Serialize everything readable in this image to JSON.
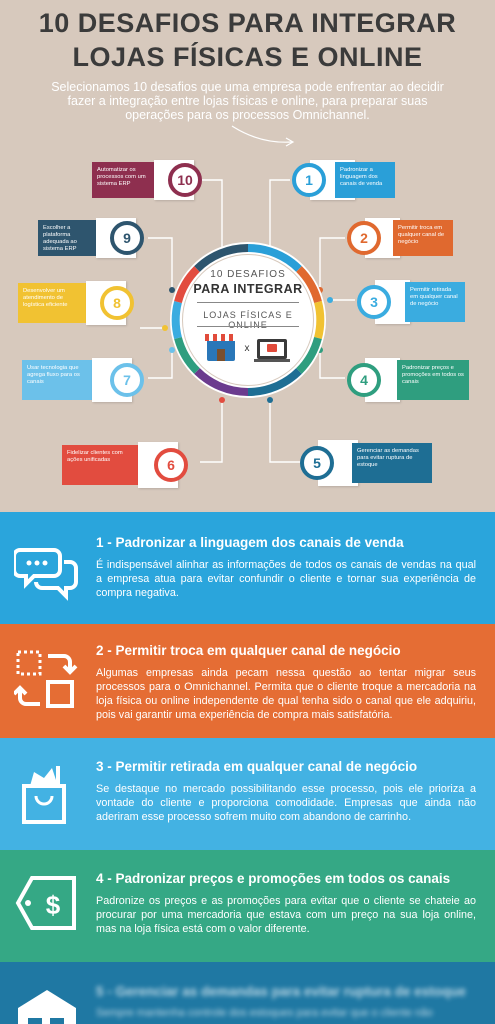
{
  "header": {
    "title_line1": "10 DESAFIOS PARA INTEGRAR",
    "title_line2": "LOJAS FÍSICAS E ONLINE",
    "subtitle": "Selecionamos 10 desafios que uma empresa pode enfrentar ao decidir fazer a integração entre lojas físicas e online, para preparar suas operações para os processos Omnichannel."
  },
  "hub": {
    "line1": "10 DESAFIOS",
    "line2": "PARA INTEGRAR",
    "line3": "LOJAS FÍSICAS E ONLINE",
    "x": "x"
  },
  "nodes": [
    {
      "n": "1",
      "label": "Padronizar a linguagem dos canais de venda",
      "color": "#2a9fd8"
    },
    {
      "n": "2",
      "label": "Permitir troca em qualquer canal de negócio",
      "color": "#e0692f"
    },
    {
      "n": "3",
      "label": "Permitir retirada em qualquer canal de negócio",
      "color": "#3aace0"
    },
    {
      "n": "4",
      "label": "Padronizar preços e promoções em todos os canais",
      "color": "#2f9e7f"
    },
    {
      "n": "5",
      "label": "Gerenciar as demandas para evitar ruptura de estoque",
      "color": "#1e6e94"
    },
    {
      "n": "6",
      "label": "Fidelizar clientes com ações unificadas",
      "color": "#e24c3f"
    },
    {
      "n": "7",
      "label": "Usar tecnologia que agrega fluxo para os canais",
      "color": "#6cc1ea"
    },
    {
      "n": "8",
      "label": "Desenvolver um atendimento de logística eficiente",
      "color": "#f1c232"
    },
    {
      "n": "9",
      "label": "Escolher a plataforma adequada ao sistema ERP",
      "color": "#2e556e"
    },
    {
      "n": "10",
      "label": "Automatizar os processos com um sistema ERP",
      "color": "#8e2f4f"
    }
  ],
  "sections": [
    {
      "title": "1 - Padronizar a linguagem dos canais de venda",
      "text": "É indispensável alinhar as informações de todos os canais de vendas na qual a empresa atua para evitar confundir o cliente e tornar sua experiência de compra negativa.",
      "bg": "#2aa5dc",
      "icon": "speech-bubbles-icon"
    },
    {
      "title": "2 - Permitir troca em qualquer canal de negócio",
      "text": "Algumas empresas ainda pecam nessa questão ao tentar migrar seus processos para o Omnichannel. Permita que o cliente troque a mercadoria na loja física ou online independente de qual tenha sido o canal que ele adquiriu, pois vai garantir uma experiência de compra mais satisfatória.",
      "bg": "#e56d34",
      "icon": "exchange-icon"
    },
    {
      "title": "3 - Permitir retirada em qualquer canal de negócio",
      "text": "Se destaque no mercado possibilitando esse processo, pois ele prioriza a vontade do cliente e proporciona comodidade. Empresas que ainda não aderiram esse processo sofrem muito com abandono de carrinho.",
      "bg": "#43b2e3",
      "icon": "shopping-bag-icon"
    },
    {
      "title": "4 - Padronizar preços e promoções em todos os canais",
      "text": "Padronize os preços e as promoções para evitar que o cliente se chateie ao procurar por uma mercadoria que estava com um preço na sua loja online, mas na loja física está com o valor diferente.",
      "bg": "#35a885",
      "icon": "price-tag-icon"
    },
    {
      "title": "5 - Gerenciar as demandas para evitar ruptura de estoque",
      "text": "Sempre mantenha controle dos estoques para evitar que o cliente não",
      "bg": "#1f78a3",
      "icon": "warehouse-icon"
    }
  ]
}
